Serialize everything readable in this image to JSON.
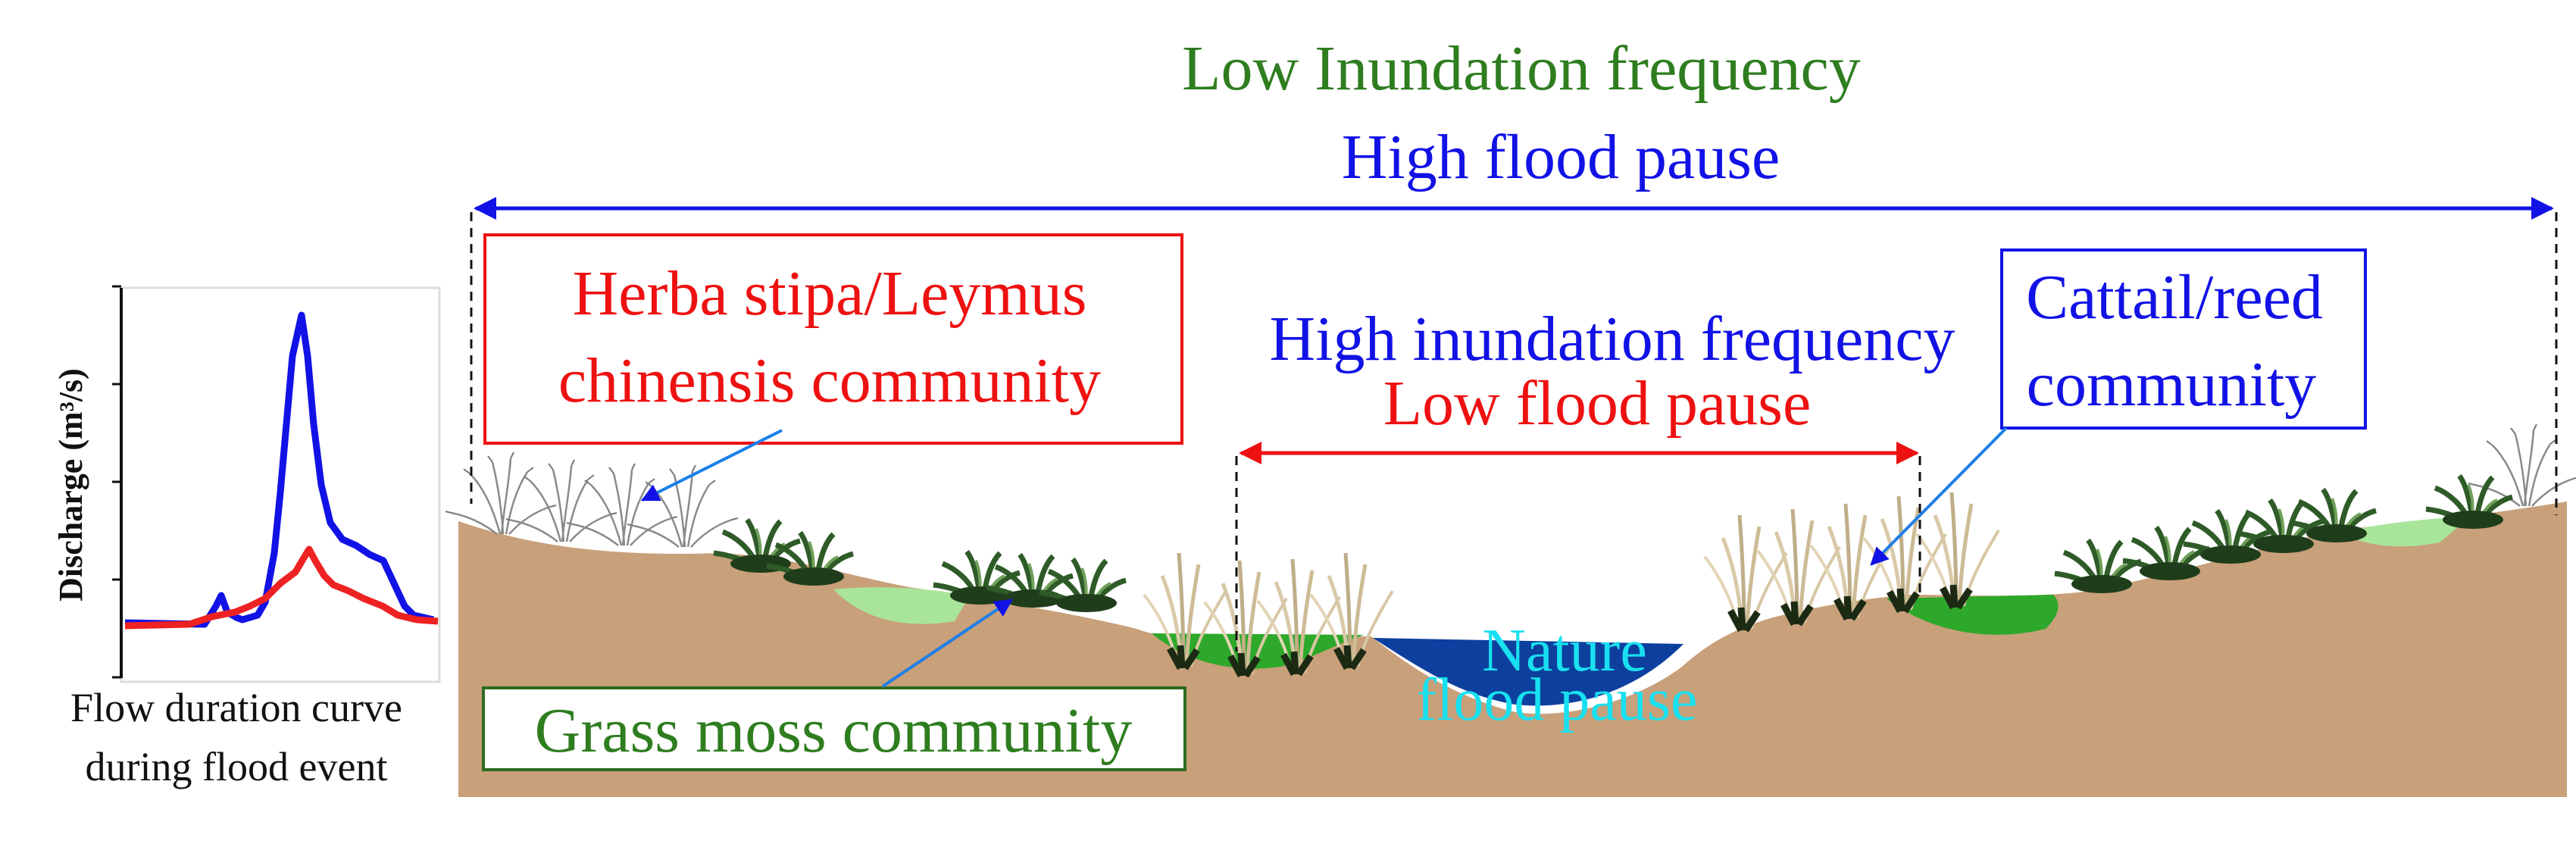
{
  "colors": {
    "green_text": "#2e7d1f",
    "blue": "#1212e6",
    "red": "#ee1111",
    "cyan": "#18e0f0",
    "soil": "#c8a07a",
    "water": "#0d3f9e",
    "light_green": "#a8e59a",
    "green": "#2ea82a"
  },
  "header": {
    "low_inundation": "Low Inundation frequency",
    "high_flood_pause": "High flood pause"
  },
  "center": {
    "high_inundation": "High inundation frequency",
    "low_flood_pause": "Low flood pause"
  },
  "water_label": {
    "line1": "Nature",
    "line2": "flood pause"
  },
  "boxes": {
    "herba_line1": "Herba stipa/Leymus",
    "herba_line2": "chinensis community",
    "cattail_line1": "Cattail/reed",
    "cattail_line2": "community",
    "grass_moss": "Grass moss community"
  },
  "inset_chart": {
    "ylabel": "Discharge (m³/s)",
    "caption_line1": "Flow duration curve",
    "caption_line2": "during flood event"
  },
  "icons": [
    "arrow-icon",
    "reed-icon",
    "grass-tuft-icon",
    "dry-grass-icon"
  ]
}
